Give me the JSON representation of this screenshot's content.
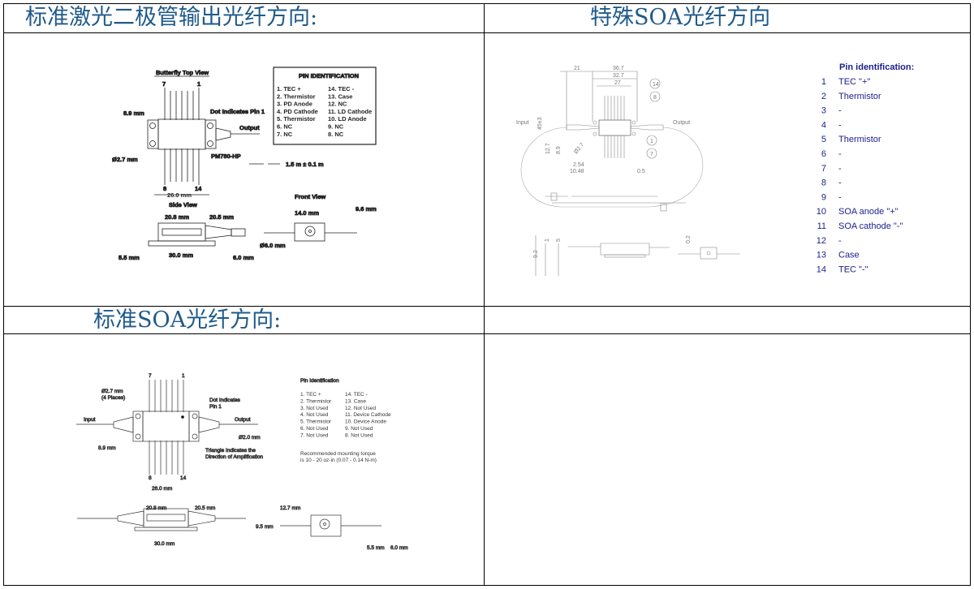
{
  "headers": {
    "laser": "标准激光二极管输出光纤方向:",
    "special_soa": "特殊SOA光纤方向",
    "standard_soa": "标准SOA光纤方向:"
  },
  "laser": {
    "top_view": "Butterfly Top View",
    "pin7": "7",
    "pin1": "1",
    "pin8": "8",
    "pin14": "14",
    "dim_89": "8.9 mm",
    "dot": "Dot Indicates Pin 1",
    "output": "Output",
    "hole": "Ø2.7 mm",
    "model": "PM780-HP",
    "fiber_len": "1.5 m ± 0.1 m",
    "width": "26.0 mm",
    "side_view": "Side View",
    "d208": "20.8 mm",
    "d205": "20.5 mm",
    "d55": "5.5 mm",
    "d30": "30.0 mm",
    "d60": "6.0 mm",
    "front_view": "Front View",
    "d14": "14.0 mm",
    "d96": "9.6 mm",
    "d6": "Ø6.0 mm",
    "pin_title": "PIN IDENTIFICATION",
    "pins_left": [
      "1.  TEC +",
      "2.  Thermistor",
      "3.  PD Anode",
      "4.  PD Cathode",
      "5.  Thermistor",
      "6.  NC",
      "7.  NC"
    ],
    "pins_right": [
      "14.  TEC -",
      "13.  Case",
      "12.  NC",
      "11.  LD Cathode",
      "10.  LD Anode",
      "9.   NC",
      "8.   NC"
    ]
  },
  "soa": {
    "pin7": "7",
    "pin1": "1",
    "pin8": "8",
    "pin14": "14",
    "hole": "Ø2.7 mm",
    "places": "(4 Places)",
    "dot": "Dot Indicates",
    "dot2": "Pin 1",
    "input": "Input",
    "output": "Output",
    "d89": "8.9 mm",
    "d20": "Ø2.0 mm",
    "tri": "Triangle Indicates the",
    "tri2": "Direction of Amplification",
    "width": "26.0 mm",
    "d208": "20.8 mm",
    "d205": "20.5 mm",
    "d30": "30.0 mm",
    "d127": "12.7 mm",
    "d95": "9.5 mm",
    "d55": "5.5 mm",
    "d60": "6.0 mm",
    "pin_title": "Pin Identification",
    "pins_left": [
      "1.  TEC +",
      "2.  Thermistor",
      "3.  Not Used",
      "4.  Not Used",
      "5.  Thermistor",
      "6.  Not Used",
      "7.  Not Used"
    ],
    "pins_right": [
      "14.  TEC -",
      "13.  Case",
      "12.  Not Used",
      "11.  Device Cathode",
      "10.  Device Anode",
      "9.  Not Used",
      "8.  Not Used"
    ],
    "torque1": "Recommended mounting torque",
    "torque2": "is 10 - 20 oz-in (0.07 - 0.14 N-m)"
  },
  "special": {
    "d21": "21",
    "d367": "36.7",
    "d327": "32.7",
    "d27": "27",
    "c14": "14",
    "c8": "8",
    "c1": "1",
    "c7": "7",
    "input": "Input",
    "output": "Output",
    "d453": "45±3",
    "d127": "12.7",
    "d89": "8.9",
    "d22": "Ø2.7",
    "d254": "2.54",
    "d1048": "10.48",
    "d05": "0.5",
    "d92": "9.2",
    "d1": "1",
    "d5": "5",
    "d02": "0.2",
    "pin_title": "Pin identification:",
    "pins": [
      [
        "1",
        "TEC \"+\""
      ],
      [
        "2",
        "Thermistor"
      ],
      [
        "3",
        "-"
      ],
      [
        "4",
        "-"
      ],
      [
        "5",
        "Thermistor"
      ],
      [
        "6",
        "-"
      ],
      [
        "7",
        "-"
      ],
      [
        "8",
        "-"
      ],
      [
        "9",
        "-"
      ],
      [
        "10",
        "SOA anode \"+\""
      ],
      [
        "11",
        "SOA cathode \"-\""
      ],
      [
        "12",
        "-"
      ],
      [
        "13",
        "Case"
      ],
      [
        "14",
        "TEC \"-\""
      ]
    ]
  }
}
